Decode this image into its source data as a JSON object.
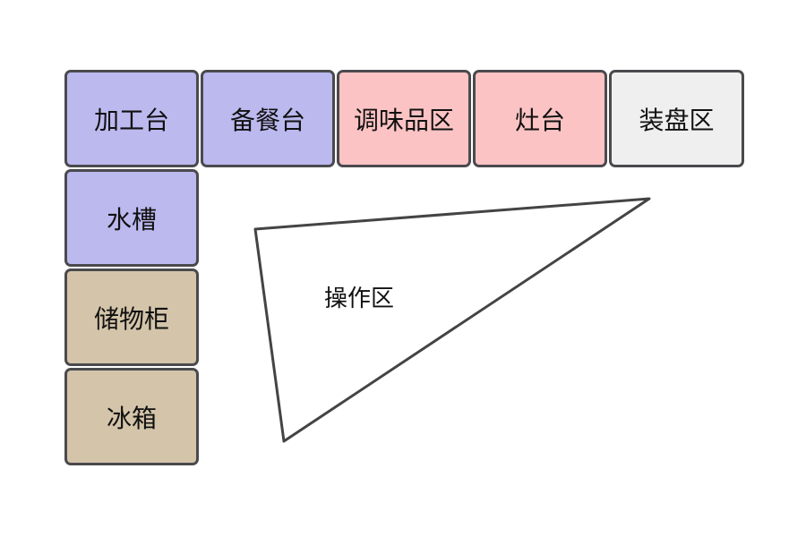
{
  "colors": {
    "prep": "#bcb9ef",
    "cook": "#fcc3c4",
    "plate": "#efefef",
    "storage": "#d4c5aa",
    "border": "#4a4a4e"
  },
  "top_row": [
    "加工台",
    "备餐台",
    "调味品区",
    "灶台",
    "装盘区"
  ],
  "left_column": [
    "水槽",
    "储物柜",
    "冰箱"
  ],
  "work_area": "操作区"
}
